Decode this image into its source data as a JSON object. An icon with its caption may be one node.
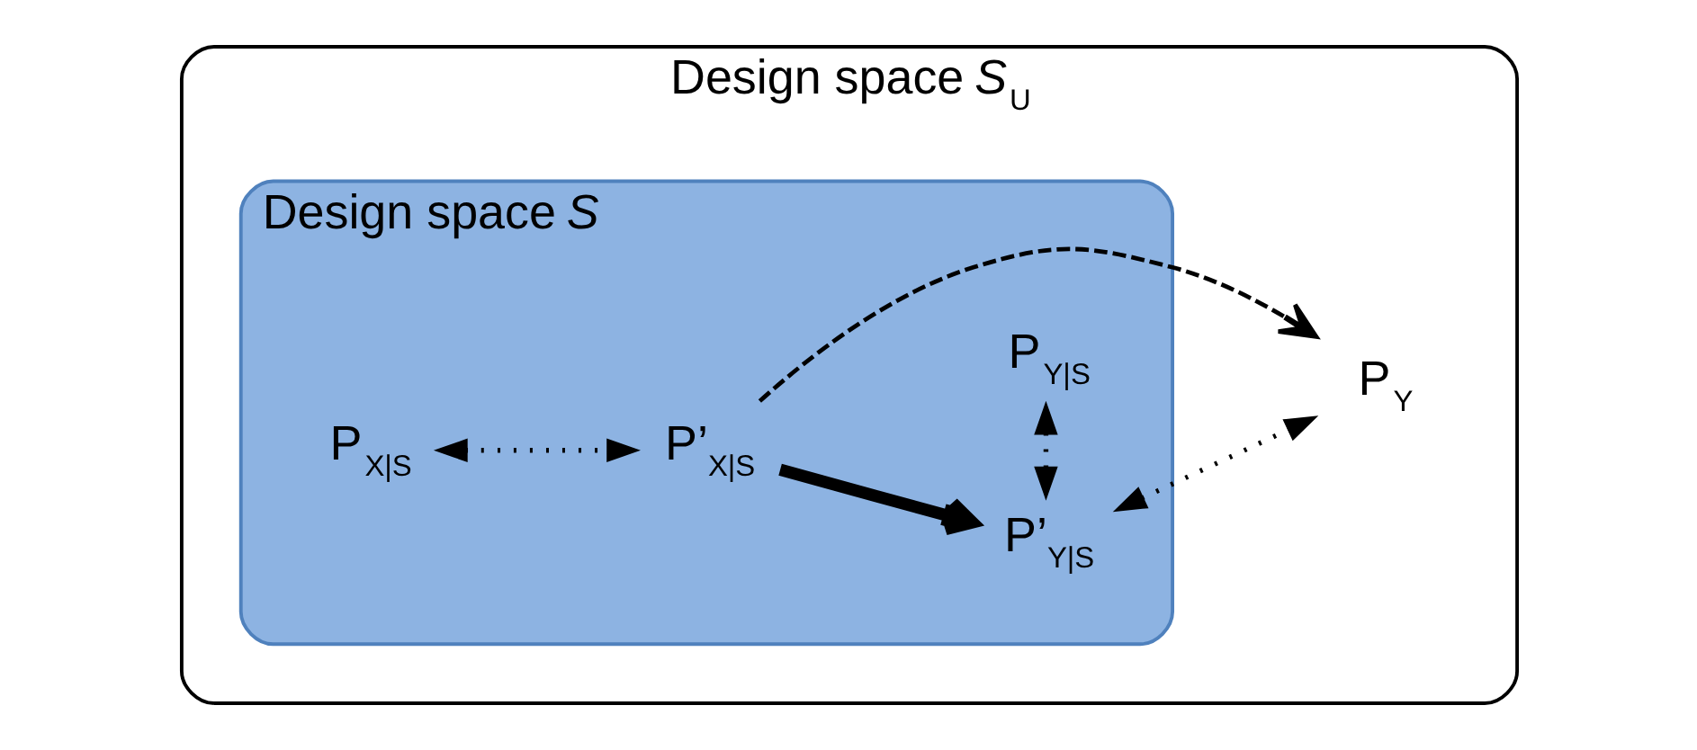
{
  "diagram": {
    "nodes": [
      {
        "text": [
          "Design space *S*$_{U}$"
        ]
      },
      {
        "text": [
          "Design space *S*"
        ],
        "in": 0
      },
      {
        "text": [
          "P$_{X|S}$"
        ],
        "in": 1
      },
      {
        "text": [
          "P’$_{X|S}$"
        ],
        "in": 1
      },
      {
        "text": [
          "P’$_{Y|S}$"
        ],
        "in": 1
      },
      {
        "text": [
          "P$_{Y|S}$"
        ],
        "in": 1
      },
      {
        "text": [
          "P$_{Y}$"
        ],
        "in": 0
      }
    ],
    "edges": [
      {
        "from": 2,
        "to": 3,
        "arrow": "both",
        "style": "dashed"
      },
      {
        "from": 3,
        "to": 4,
        "arrow": "to",
        "style": "thick"
      },
      {
        "from": 3,
        "to": 6,
        "arrow": "to",
        "style": "dashed"
      },
      {
        "from": 4,
        "to": 6,
        "arrow": "both",
        "style": "dashed"
      },
      {
        "from": 4,
        "to": 5,
        "arrow": "both",
        "style": "dashed"
      }
    ]
  }
}
